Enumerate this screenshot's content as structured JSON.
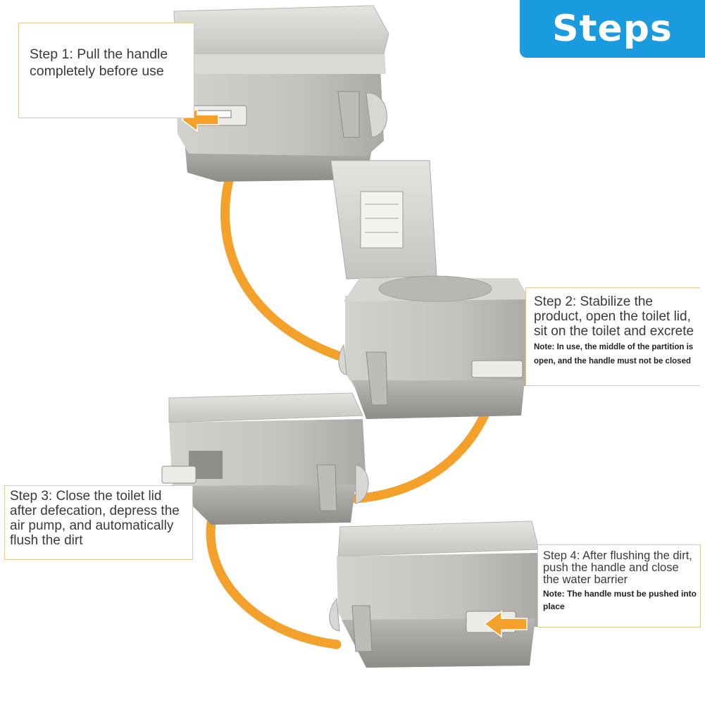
{
  "title": "Steps",
  "colors": {
    "badge": "#1a9be0",
    "arrow": "#f3a12b",
    "toilet_light": "#cfcfcb",
    "toilet_dark": "#9c9a96",
    "callout_border": "#e3c98c"
  },
  "steps": [
    {
      "text": "Step 1: Pull the handle completely before use",
      "note": ""
    },
    {
      "text": "Step 2: Stabilize the product, open the toilet lid, sit on the toilet and excrete",
      "note": "Note: In use, the middle of the partition is open, and the handle must not be closed"
    },
    {
      "text": "Step 3: Close the toilet lid after defecation, depress the air pump, and automatically flush the dirt",
      "note": ""
    },
    {
      "text": "Step 4: After flushing the dirt, push the handle and close the water barrier",
      "note": "Note: The handle must be pushed into place"
    }
  ],
  "icons": [
    "portable-toilet-closed",
    "portable-toilet-open",
    "flow-arrow",
    "handle-push-arrow"
  ]
}
